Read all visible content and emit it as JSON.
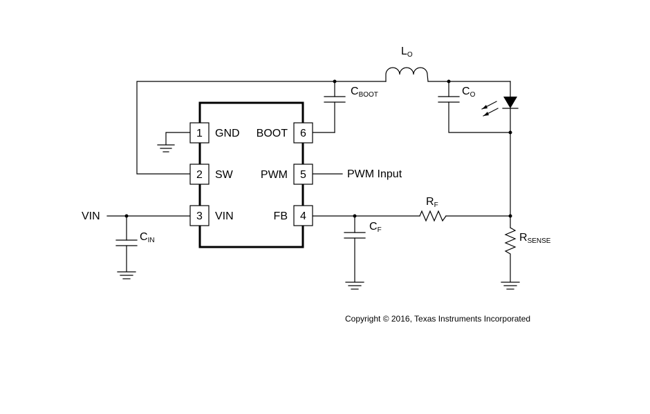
{
  "ic": {
    "pins": [
      {
        "num": "1",
        "name": "GND"
      },
      {
        "num": "2",
        "name": "SW"
      },
      {
        "num": "3",
        "name": "VIN"
      },
      {
        "num": "4",
        "name": "FB"
      },
      {
        "num": "5",
        "name": "PWM"
      },
      {
        "num": "6",
        "name": "BOOT"
      }
    ]
  },
  "labels": {
    "vin_input": "VIN",
    "pwm_input": "PWM Input"
  },
  "components": {
    "inductor": {
      "main": "L",
      "sub": "O"
    },
    "cap_boot": {
      "main": "C",
      "sub": "BOOT"
    },
    "cap_out": {
      "main": "C",
      "sub": "O"
    },
    "cap_in": {
      "main": "C",
      "sub": "IN"
    },
    "cap_filter": {
      "main": "C",
      "sub": "F"
    },
    "res_filter": {
      "main": "R",
      "sub": "F"
    },
    "res_sense": {
      "main": "R",
      "sub": "SENSE"
    }
  },
  "footer": {
    "copyright": "Copyright © 2016, Texas Instruments Incorporated"
  }
}
